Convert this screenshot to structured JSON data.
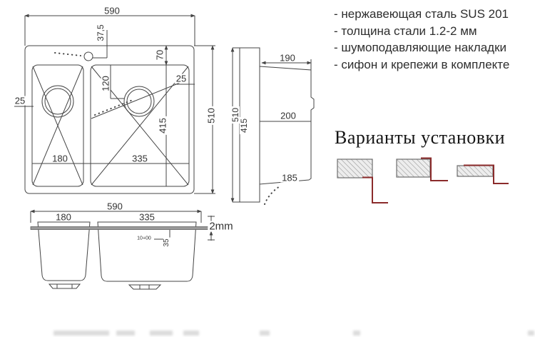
{
  "features": {
    "items": [
      "- нержавеющая сталь SUS 201",
      "- толщина стали 1.2-2 мм",
      "- шумоподавляющие накладки",
      "- сифон и крепежи в комплекте"
    ]
  },
  "installation": {
    "title": "Варианты установки"
  },
  "colors": {
    "line": "#444444",
    "accent_red": "#8b2b2b",
    "rim_gray": "#9a9a9a"
  },
  "top_view": {
    "width": "590",
    "depth": "510",
    "faucet_offset": "37,5",
    "top_inset": "70",
    "left_inset": "25",
    "right_inset": "25",
    "drain_offset": "120",
    "bowl1_width": "180",
    "bowl2_width": "335",
    "bowls_depth": "415"
  },
  "side_view": {
    "depth_total": "510",
    "depth_inner": "415",
    "width_top": "190",
    "width_mid": "200",
    "width_bottom": "185"
  },
  "front_view": {
    "width": "590",
    "bowl1_width": "180",
    "bowl2_width": "335",
    "rim_thickness": "2mm",
    "corner_dim": "35",
    "small_note": "10+00"
  }
}
